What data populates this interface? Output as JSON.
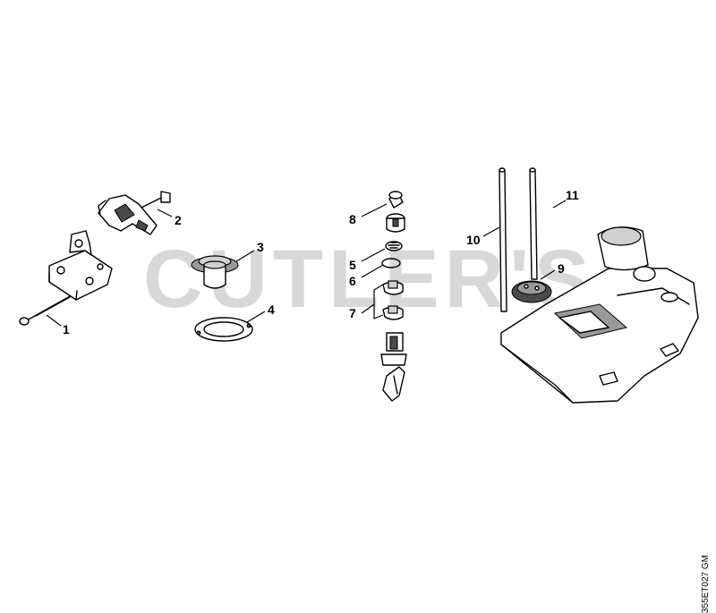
{
  "watermark": "CUTLER'S",
  "drawing_code": "355ET027 GM",
  "callouts": {
    "c1": "1",
    "c2": "2",
    "c3": "3",
    "c4": "4",
    "c5": "5",
    "c6": "6",
    "c7": "7",
    "c8": "8",
    "c9": "9",
    "c10": "10",
    "c11": "11"
  }
}
